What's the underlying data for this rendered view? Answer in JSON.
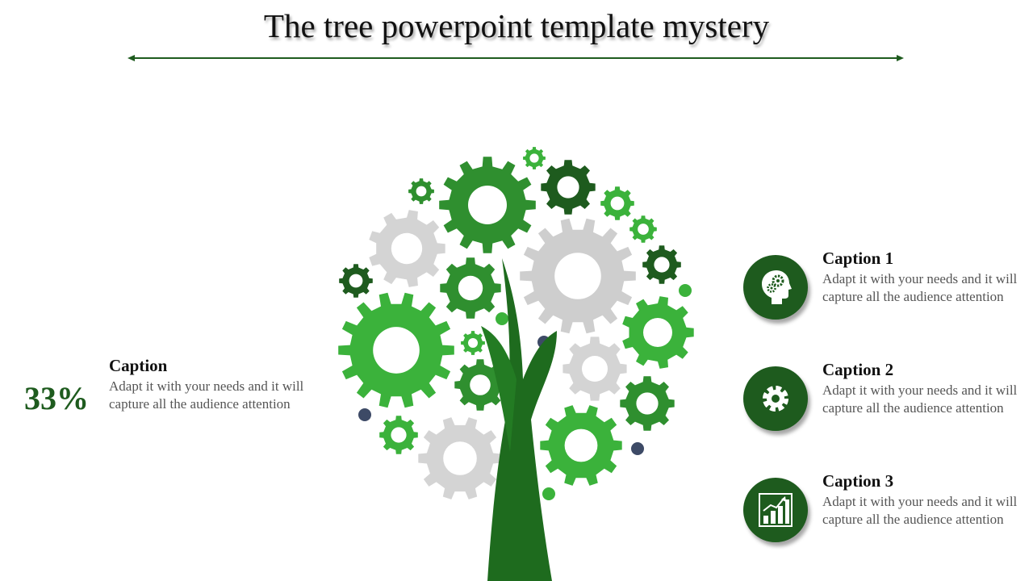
{
  "title": "The tree powerpoint template mystery",
  "left": {
    "percent": "33%",
    "caption_title": "Caption",
    "caption_text": "Adapt it with your needs and it will capture all the audience attention"
  },
  "captions": [
    {
      "title": "Caption 1",
      "text": "Adapt it with your needs and it will capture all the audience attention",
      "icon": "head-gears-icon"
    },
    {
      "title": "Caption 2",
      "text": "Adapt it with your needs and it will capture all the audience attention",
      "icon": "gear-icon"
    },
    {
      "title": "Caption 3",
      "text": "Adapt it with your needs and it will capture all the audience attention",
      "icon": "bar-chart-growth-icon"
    }
  ],
  "colors": {
    "dark_green": "#1e5b1e",
    "mid_green": "#2f8f2f",
    "light_green": "#3bb23b",
    "gray": "#d4d4d4",
    "dot_navy": "#3d4a66"
  }
}
